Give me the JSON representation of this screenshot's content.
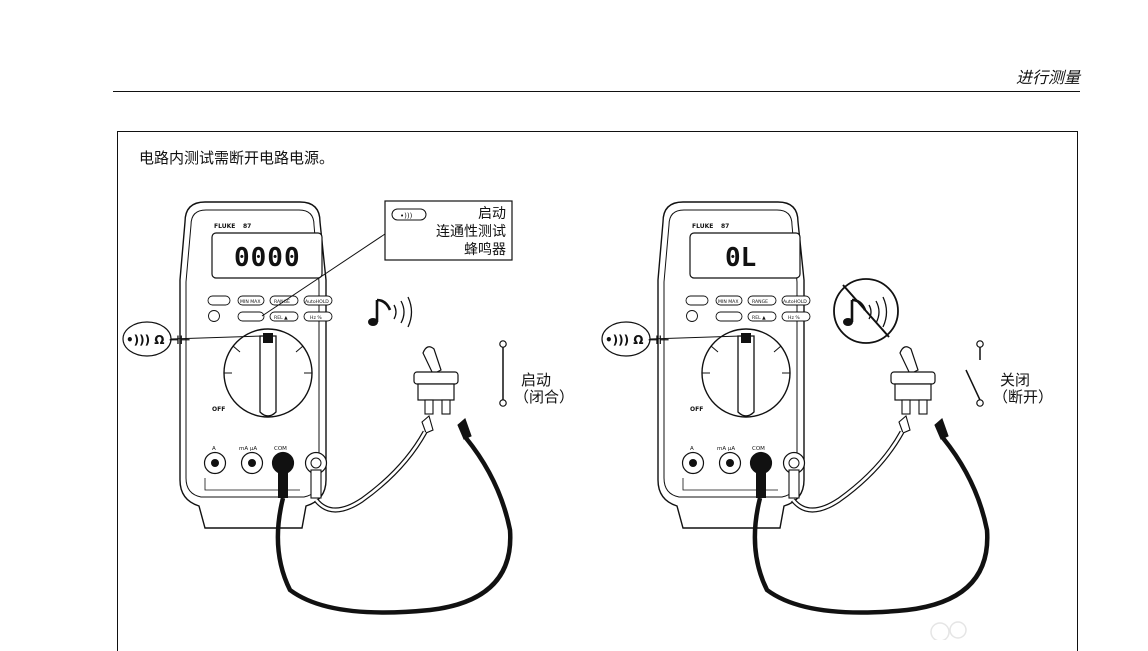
{
  "header": {
    "section_title": "进行测量"
  },
  "figure": {
    "caption": "电路内测试需断开电路电源。",
    "callout": {
      "line1": "启动",
      "line2": "连通性测试",
      "line3": "蜂鸣器"
    },
    "left_meter": {
      "display": "0000",
      "brand": "FLUKE",
      "model": "87",
      "function_label": "•))) Ω ⊣⊢",
      "buttons": [
        "MIN MAX",
        "RANGE",
        "AutoHOLD",
        "REL ▲",
        "Hz %"
      ],
      "jacks": [
        "A",
        "mA µA",
        "COM"
      ],
      "off_label": "OFF",
      "switch_state_line1": "启动",
      "switch_state_line2": "（闭合）"
    },
    "right_meter": {
      "display": "0L",
      "brand": "FLUKE",
      "model": "87",
      "function_label": "•))) Ω ⊣⊢",
      "buttons": [
        "MIN MAX",
        "RANGE",
        "AutoHOLD",
        "REL ▲",
        "Hz %"
      ],
      "jacks": [
        "A",
        "mA µA",
        "COM"
      ],
      "off_label": "OFF",
      "switch_state_line1": "关闭",
      "switch_state_line2": "（断开）"
    },
    "icons": [
      "beeper-sound-icon",
      "beeper-muted-icon",
      "toggle-switch-icon",
      "test-probe-icon"
    ]
  }
}
